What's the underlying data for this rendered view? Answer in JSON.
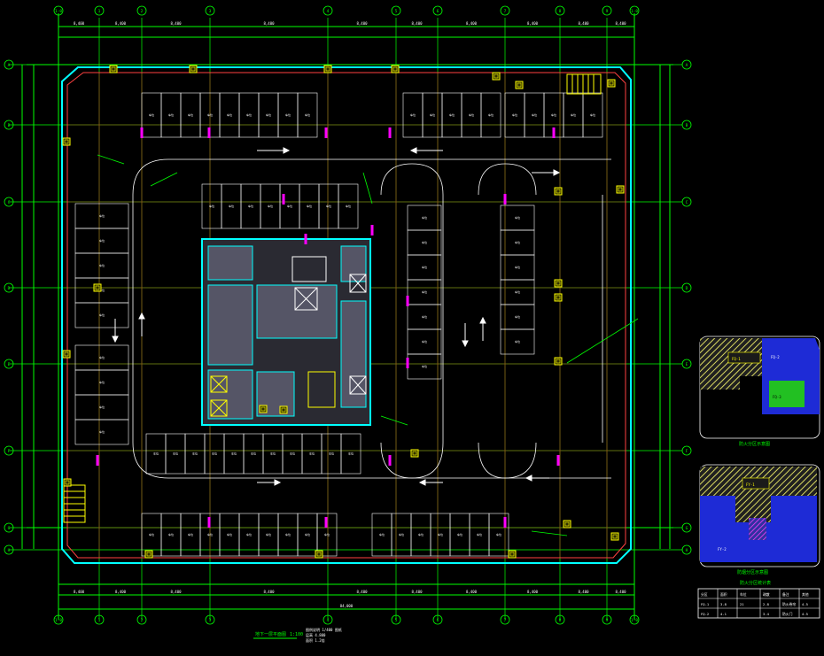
{
  "drawing": {
    "title": "地下一层平面图",
    "title_scale": "1:100",
    "notes": [
      "图例说明 1/400 图纸",
      "层高 4.800",
      "面积 1.2倍"
    ],
    "grid_labels_x": [
      "1-0",
      "1",
      "2",
      "3",
      "4",
      "5",
      "6",
      "7",
      "8",
      "9",
      "1-0"
    ],
    "grid_labels_y": [
      "A",
      "B",
      "C",
      "D",
      "E",
      "F",
      "G",
      "H"
    ],
    "dims_top": [
      "8,400",
      "8,400",
      "8,400",
      "8,400",
      "8,400",
      "8,400",
      "8,400",
      "8,400",
      "8,400",
      "8,400"
    ],
    "dims_bottom": [
      "8,400",
      "8,400",
      "8,400",
      "8,400",
      "8,400",
      "8,400",
      "8,400",
      "8,400",
      "8,400",
      "8,400"
    ],
    "total_dim": "84,000",
    "parking_label": "车位",
    "colors": {
      "background": "#000000",
      "grid": "#00ff00",
      "wall": "#00ffff",
      "axis": "#ff0000",
      "parking": "#ffffff",
      "core": "#a0a0b0",
      "accent_yellow": "#ffff00",
      "magenta": "#ff00ff"
    }
  },
  "keymap_1": {
    "caption": "防火分区示意图"
  },
  "keymap_2": {
    "caption": "防烟分区示意图"
  },
  "legend_table": {
    "title": "防火分区统计表",
    "header": [
      "分区",
      "面积",
      "车位",
      "疏散",
      "备注",
      "其他"
    ],
    "rows": [
      [
        "FQ-1",
        "3.8",
        "21",
        "2.8",
        "防火卷帘",
        "4.5"
      ],
      [
        "FQ-2",
        "4.1",
        "",
        "3.4",
        "防火门",
        "4.5"
      ]
    ]
  }
}
